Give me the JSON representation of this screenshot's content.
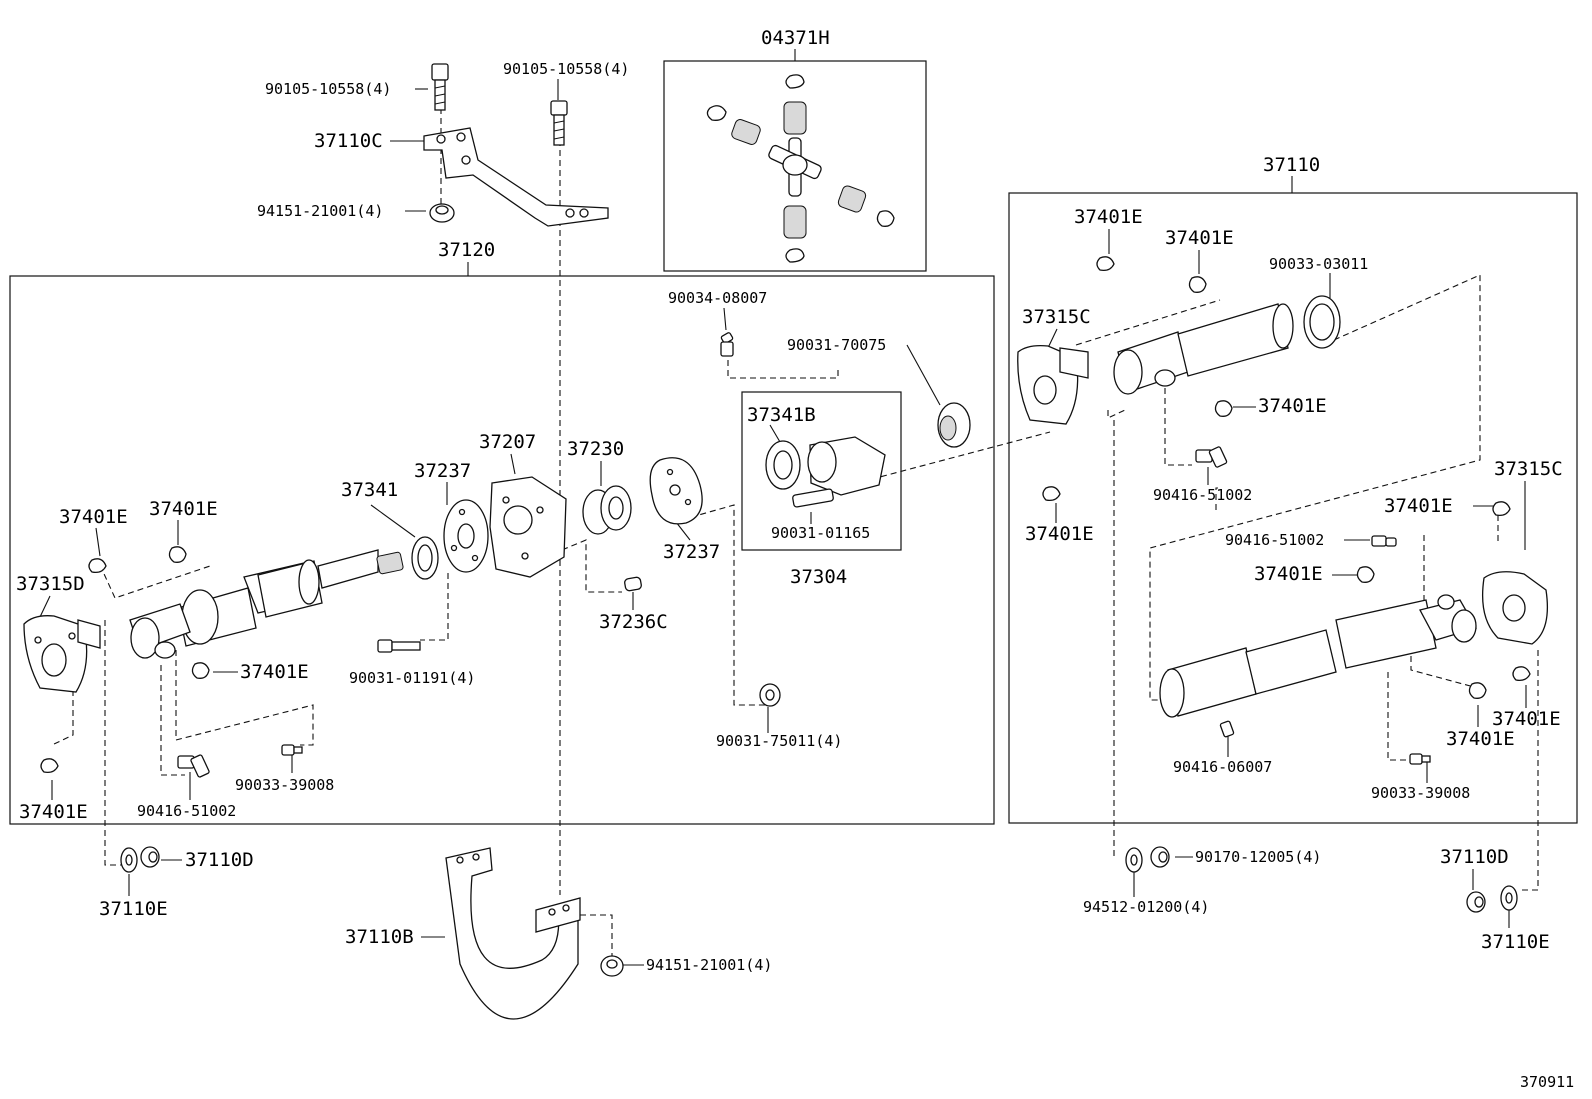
{
  "labels": {
    "p04371H": "04371H",
    "p37110": "37110",
    "p37120": "37120",
    "p37110C": "37110C",
    "p90105_a": "90105-10558(4)",
    "p90105_b": "90105-10558(4)",
    "p94151_top": "94151-21001(4)",
    "p90034": "90034-08007",
    "p90031_70075": "90031-70075",
    "p37341B": "37341B",
    "p90031_01165": "90031-01165",
    "p37304": "37304",
    "p37207": "37207",
    "p37230": "37230",
    "p37237_a": "37237",
    "p37237_b": "37237",
    "p37341": "37341",
    "p37236C": "37236C",
    "p37401E_1": "37401E",
    "p37401E_2": "37401E",
    "p37315D": "37315D",
    "p37401E_3": "37401E",
    "p90031_01191": "90031-01191(4)",
    "p90031_75011": "90031-75011(4)",
    "p37401E_4": "37401E",
    "p90416_51002_a": "90416-51002",
    "p90033_39008_a": "90033-39008",
    "p37110D_a": "37110D",
    "p37110E_a": "37110E",
    "p37110B": "37110B",
    "p94151_bot": "94151-21001(4)",
    "p37401E_r1": "37401E",
    "p37401E_r2": "37401E",
    "p90033_03011": "90033-03011",
    "p37315C_a": "37315C",
    "p37401E_r3": "37401E",
    "p90416_51002_b": "90416-51002",
    "p37401E_r4": "37401E",
    "p37315C_b": "37315C",
    "p37401E_r5": "37401E",
    "p90416_51002_c": "90416-51002",
    "p37401E_r6": "37401E",
    "p90416_06007": "90416-06007",
    "p37401E_r7": "37401E",
    "p37401E_r8": "37401E",
    "p90033_39008_b": "90033-39008",
    "p90170": "90170-12005(4)",
    "p94512": "94512-01200(4)",
    "p37110D_b": "37110D",
    "p37110E_b": "37110E",
    "figure_id": "370911"
  }
}
